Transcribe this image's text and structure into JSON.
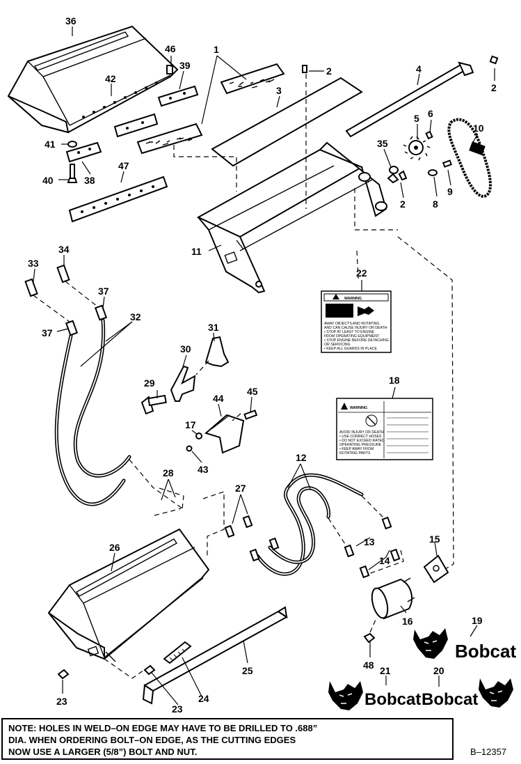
{
  "callouts": {
    "c1": "1",
    "c2a": "2",
    "c2b": "2",
    "c2c": "2",
    "c3": "3",
    "c4": "4",
    "c5": "5",
    "c6": "6",
    "c8": "8",
    "c9": "9",
    "c10": "10",
    "c11": "11",
    "c12": "12",
    "c13": "13",
    "c14": "14",
    "c15": "15",
    "c16": "16",
    "c17": "17",
    "c18": "18",
    "c19": "19",
    "c20": "20",
    "c21": "21",
    "c22": "22",
    "c23a": "23",
    "c23b": "23",
    "c24": "24",
    "c25": "25",
    "c26": "26",
    "c27": "27",
    "c28": "28",
    "c29": "29",
    "c30": "30",
    "c31": "31",
    "c32": "32",
    "c33": "33",
    "c34": "34",
    "c35": "35",
    "c36": "36",
    "c37a": "37",
    "c37b": "37",
    "c38": "38",
    "c39": "39",
    "c40": "40",
    "c41": "41",
    "c42": "42",
    "c43": "43",
    "c44": "44",
    "c45": "45",
    "c46": "46",
    "c47": "47",
    "c48": "48"
  },
  "decal_22": {
    "heading": "WARNING",
    "lines": [
      "AWAY OBJECTS AND ROTATING",
      "AND CAN CAUSE INJURY OR DEATH",
      "• STOP AT LEAST TO ENGINE",
      "  FROM OPERATING EQUIPMENT",
      "• STOP ENGINE BEFORE DETACHING",
      "  OR SERVICING",
      "• KEEP ALL GUARDS IN PLACE"
    ]
  },
  "decal_18": {
    "heading": "WARNING",
    "lines": [
      "AVOID INJURY OR DEATH",
      "• USE CORRECT HOSES",
      "• DO NOT EXCEED RATED",
      "  OPERATING PRESSURE",
      "• KEEP AWAY FROM",
      "  ROTATING PARTS"
    ]
  },
  "logos": {
    "logo_19": "Bobcat",
    "logo_20": "Bobcat",
    "logo_21": "Bobcat"
  },
  "note": {
    "line1": "NOTE: HOLES IN WELD–ON EDGE MAY HAVE TO BE DRILLED TO .688”",
    "line2": "DIA. WHEN ORDERING BOLT–ON EDGE, AS THE CUTTING EDGES",
    "line3": "NOW USE A LARGER (5/8”) BOLT AND NUT."
  },
  "drawing_number": "B–12357"
}
